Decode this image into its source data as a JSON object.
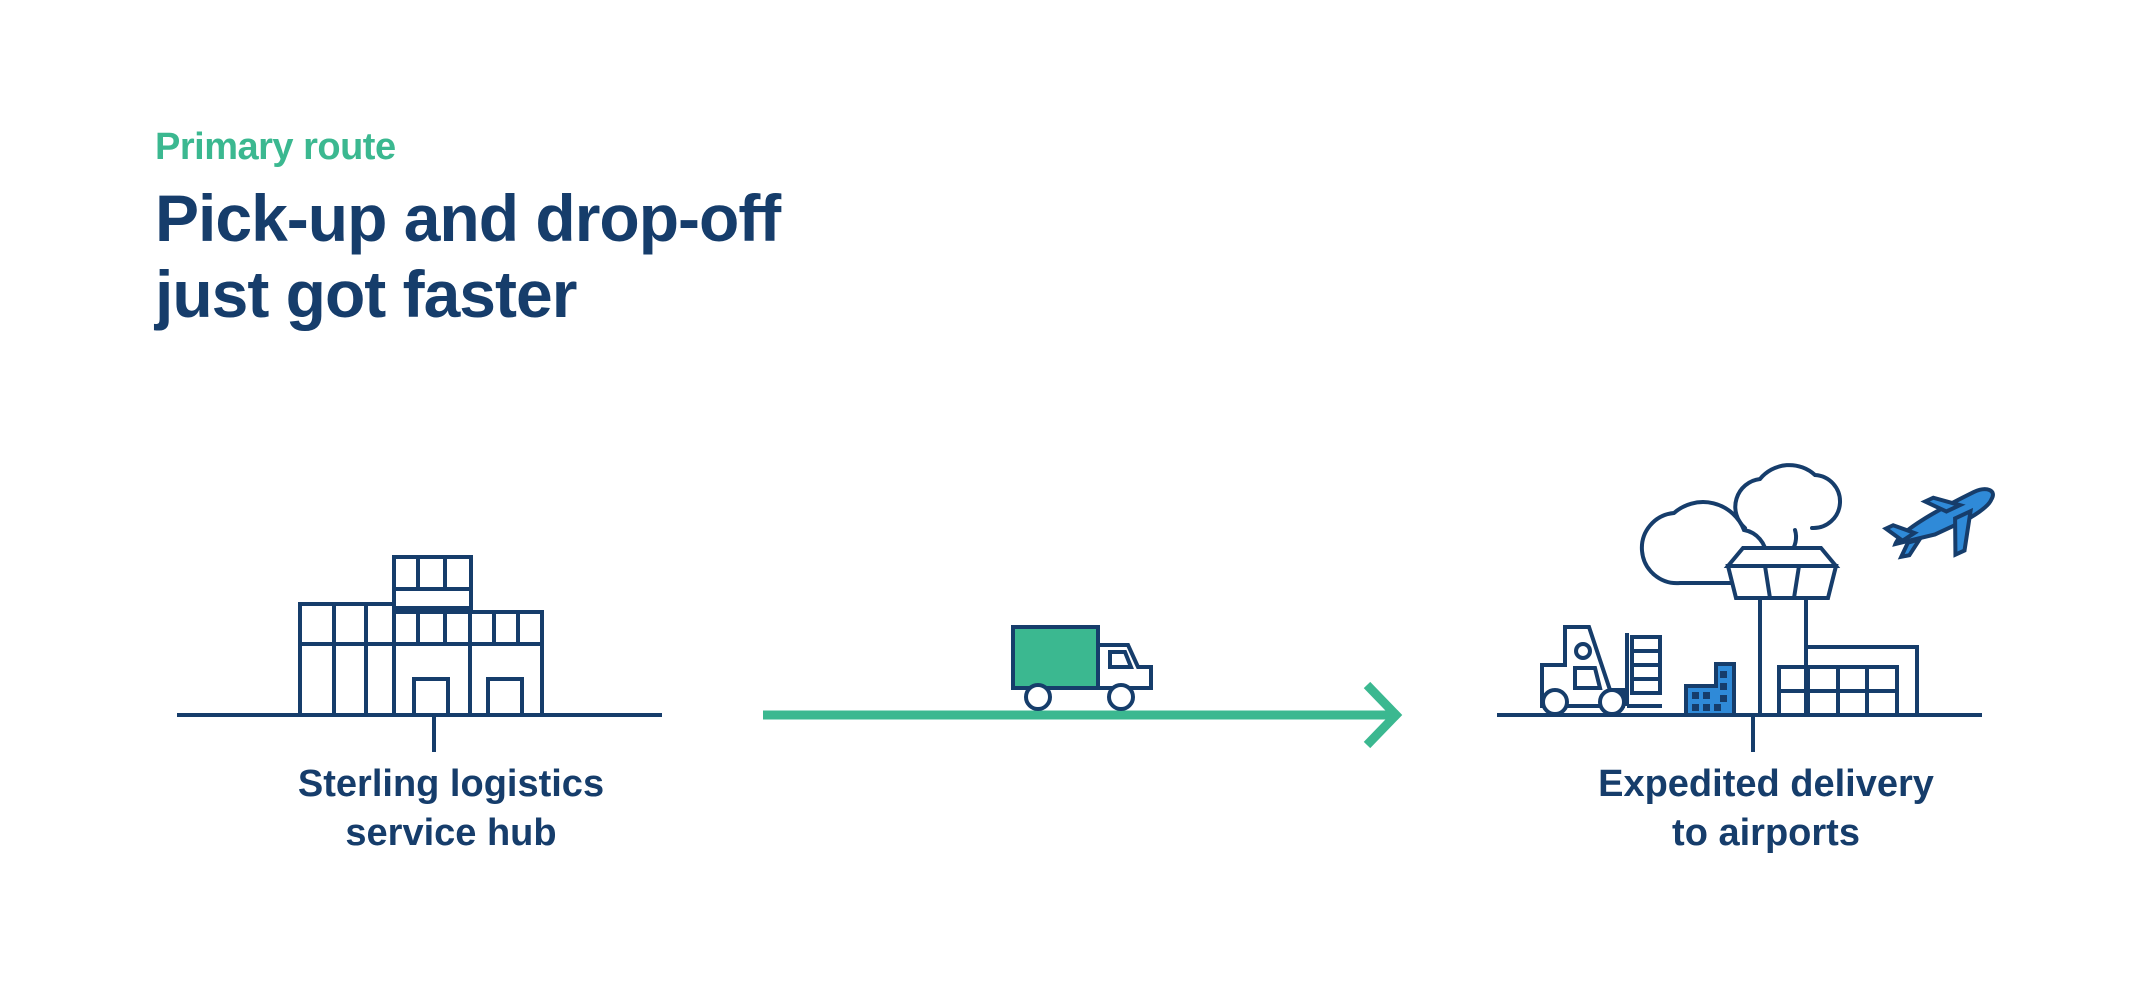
{
  "header": {
    "eyebrow": "Primary route",
    "headline_line1": "Pick-up and drop-off",
    "headline_line2": "just got faster"
  },
  "origin": {
    "label_line1": "Sterling logistics",
    "label_line2": "service hub",
    "icon": "warehouse-building-icon"
  },
  "route": {
    "vehicle_icon": "delivery-truck-icon",
    "direction_icon": "arrow-right-icon"
  },
  "destination": {
    "label_line1": "Expedited delivery",
    "label_line2": "to airports",
    "icons": [
      "cloud-icon",
      "control-tower-icon",
      "airplane-icon",
      "forklift-icon",
      "hangar-icon",
      "cargo-crates-icon"
    ]
  },
  "colors": {
    "navy": "#163d6b",
    "green": "#3bb890",
    "blue": "#2f8ad8"
  }
}
